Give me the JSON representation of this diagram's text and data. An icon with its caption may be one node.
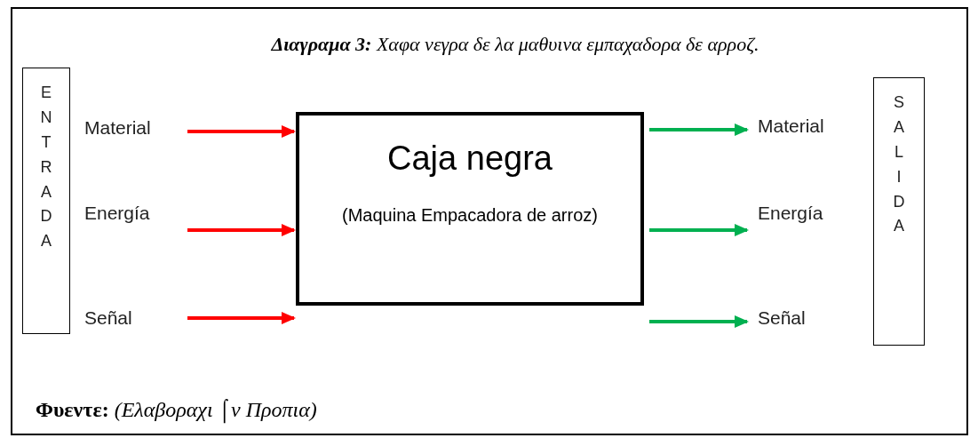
{
  "diagram": {
    "title": "**Διαγραμα 3:** Χαφα νεγρα δε λα μαθυινα εμπαχαδορα δε αρροζ.",
    "caption": "**Φυεντε:** *(Ελαβοραχι ⌠ν Προπια)*",
    "nodes": [
      {
        "text": [
          "ENTRADA"
        ]
      },
      {
        "text": [
          "SALIDA"
        ]
      },
      {
        "text": [
          "Caja negra",
          "(Maquina Empacadora de arroz)"
        ]
      },
      {
        "text": [
          "Material"
        ]
      },
      {
        "text": [
          "Energía"
        ]
      },
      {
        "text": [
          "Señal"
        ]
      },
      {
        "text": [
          "Material"
        ]
      },
      {
        "text": [
          "Energía"
        ]
      },
      {
        "text": [
          "Señal"
        ]
      }
    ],
    "edges": [
      {
        "from": 3,
        "to": 2,
        "arrow": "to",
        "color": "#ff0000"
      },
      {
        "from": 4,
        "to": 2,
        "arrow": "to",
        "color": "#ff0000"
      },
      {
        "from": 5,
        "to": 2,
        "arrow": "to",
        "color": "#ff0000"
      },
      {
        "from": 2,
        "to": 6,
        "arrow": "to",
        "color": "#00b050"
      },
      {
        "from": 2,
        "to": 7,
        "arrow": "to",
        "color": "#00b050"
      },
      {
        "from": 2,
        "to": 8,
        "arrow": "to",
        "color": "#00b050"
      }
    ]
  }
}
